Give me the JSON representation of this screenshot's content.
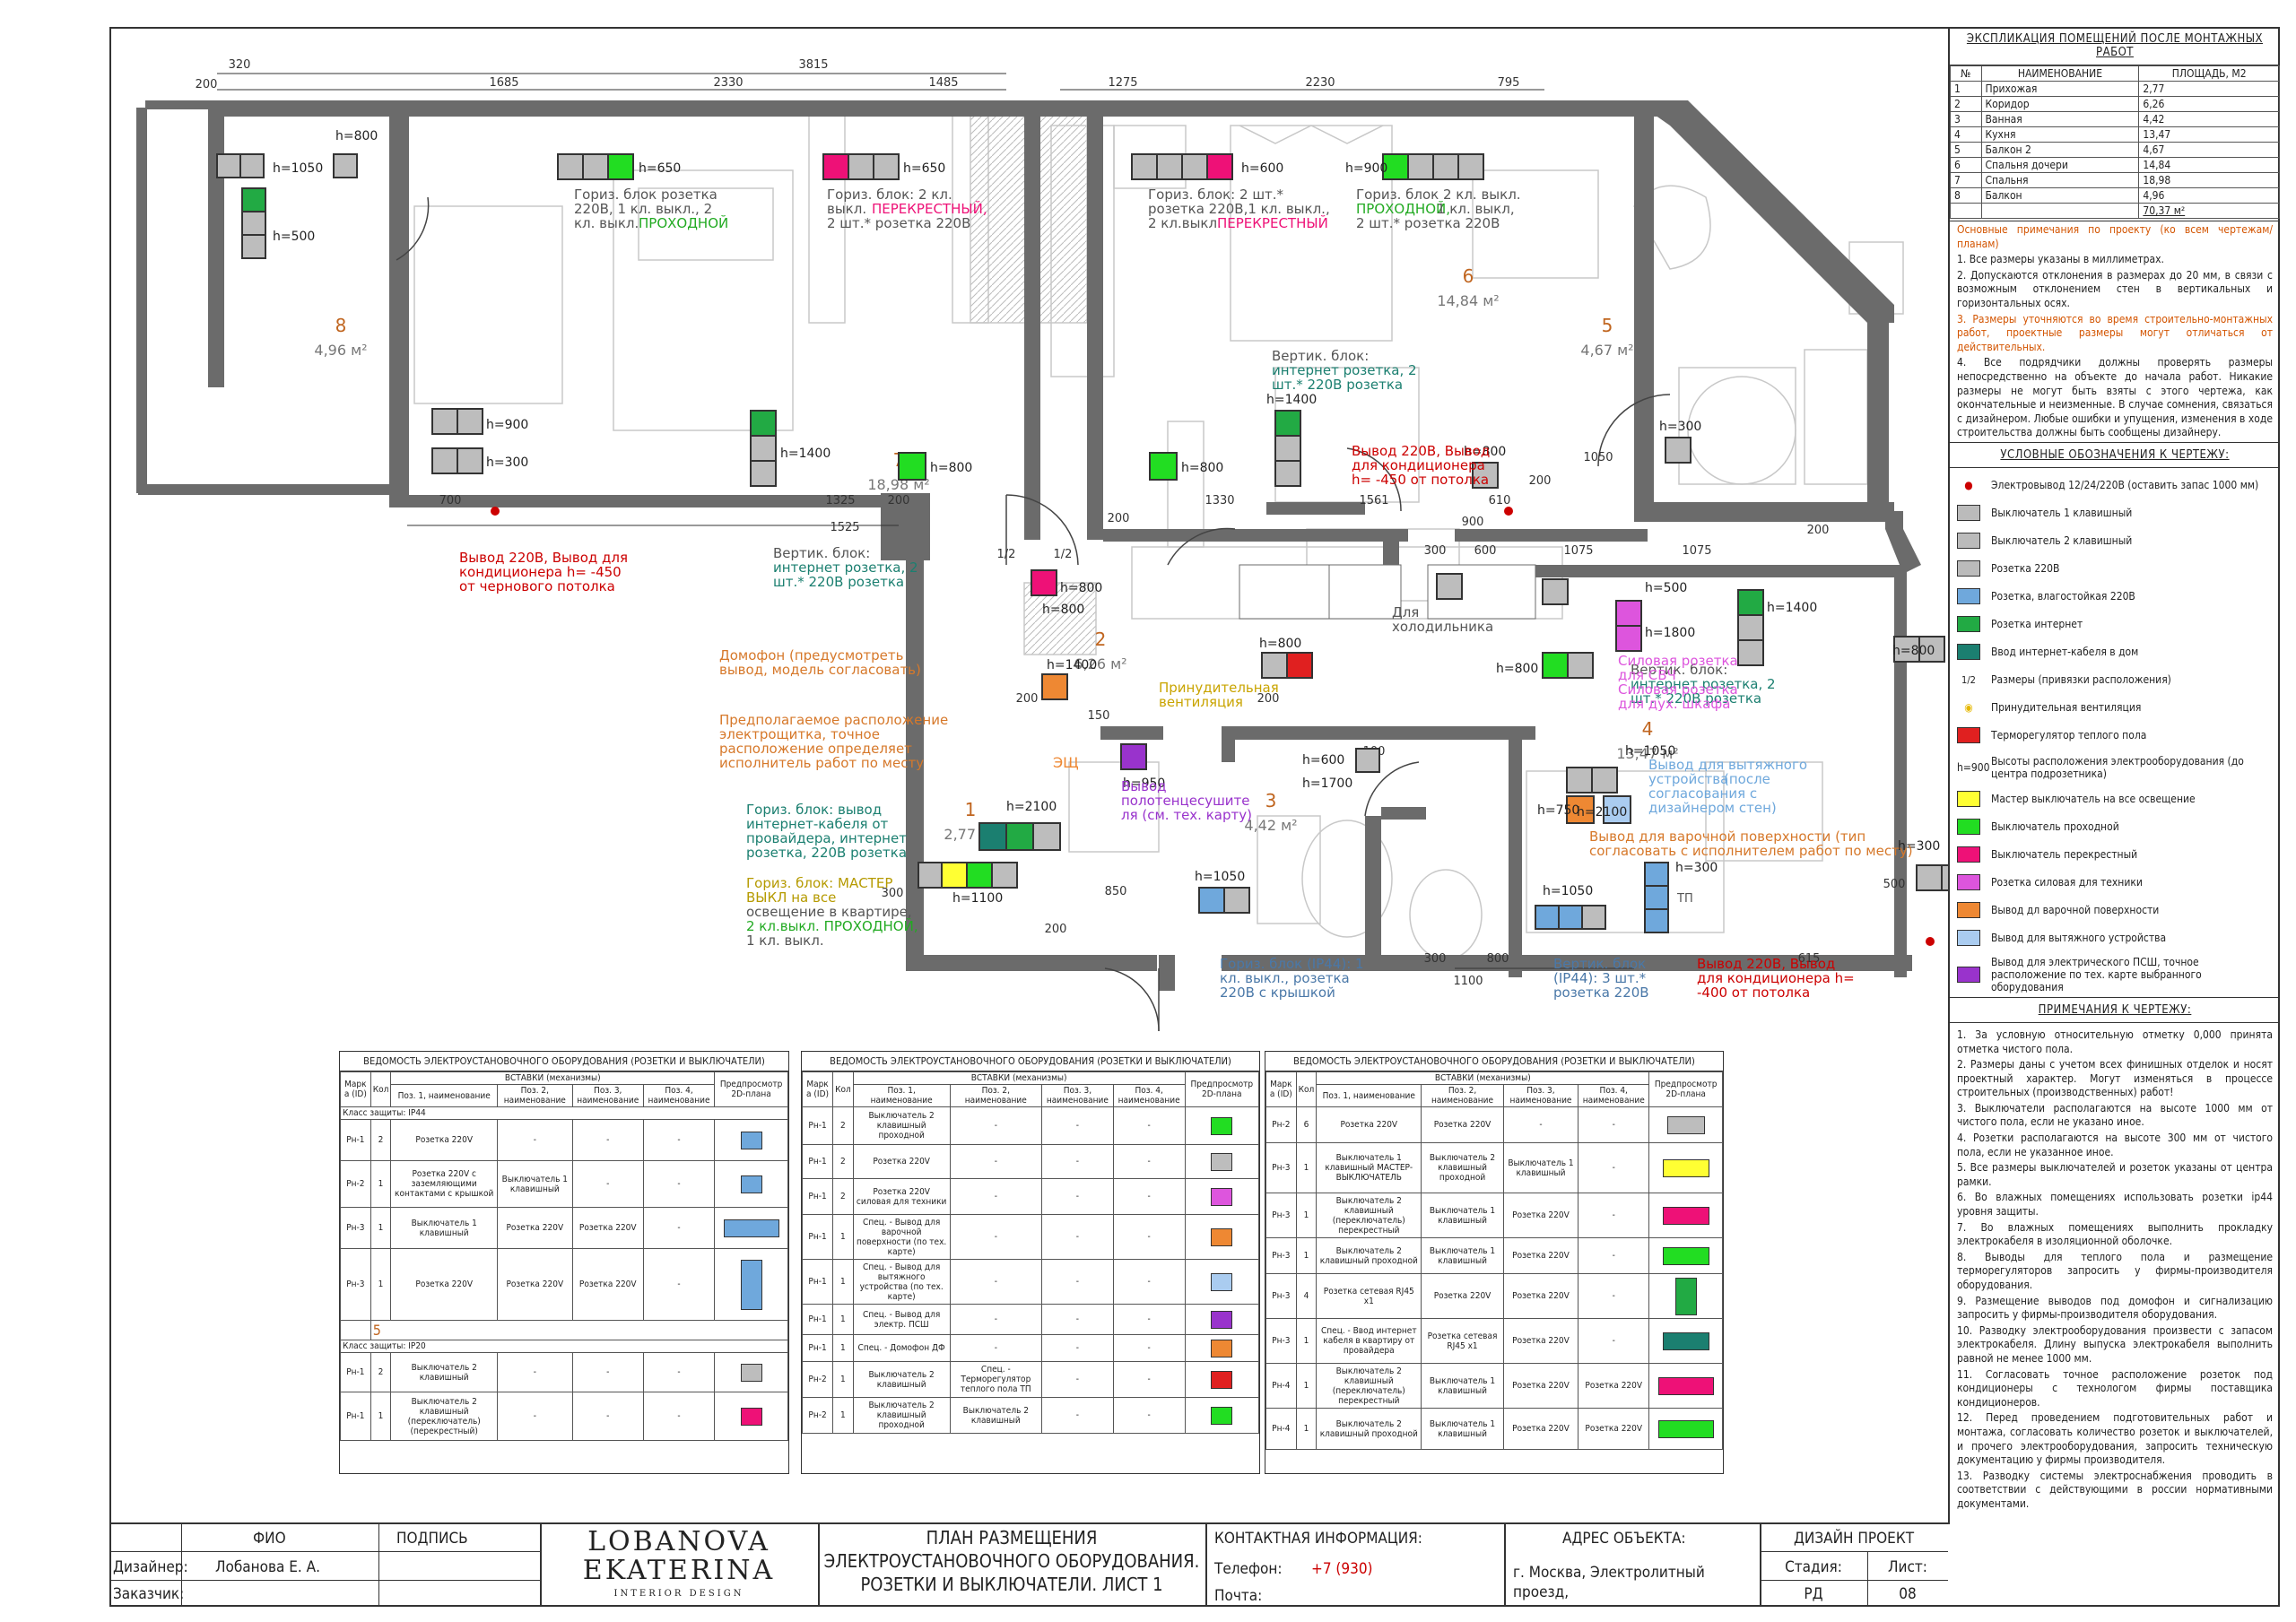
{
  "plan": {
    "rooms": [
      {
        "num": "1",
        "area": "2,77 м²"
      },
      {
        "num": "2",
        "area": "6,26 м²"
      },
      {
        "num": "3",
        "area": "4,42 м²"
      },
      {
        "num": "4",
        "area": "13,47 м²"
      },
      {
        "num": "5",
        "area": "4,67 м²"
      },
      {
        "num": "6",
        "area": "14,84 м²"
      },
      {
        "num": "7",
        "area": "18,98 м²"
      },
      {
        "num": "8",
        "area": "4,96 м²"
      }
    ],
    "dims_top": [
      "320",
      "200",
      "3815",
      "1685",
      "2330",
      "1485",
      "1275",
      "2230",
      "795"
    ],
    "dims_other": [
      "700",
      "1325",
      "200",
      "1525",
      "200",
      "1330",
      "1561",
      "900",
      "610",
      "200",
      "1050",
      "300",
      "600",
      "1075",
      "1075",
      "200",
      "150",
      "200",
      "200",
      "850",
      "300",
      "800",
      "1100",
      "615",
      "500",
      "200",
      "300",
      "100",
      "1/2",
      "1/2"
    ],
    "heights": [
      "h=800",
      "h=1050",
      "h=500",
      "h=650",
      "h=650",
      "h=600",
      "h=900",
      "h=900",
      "h=300",
      "h=1400",
      "h=800",
      "h=800",
      "h=1400",
      "h=800",
      "h=300",
      "h=1400",
      "h=800",
      "h=500",
      "h=1800",
      "h=800",
      "h=800",
      "h=600",
      "h=1700",
      "h=950",
      "h=1050",
      "h=1050",
      "h=300",
      "h=750",
      "h=2100",
      "h=1050",
      "h=2100",
      "h=1100",
      "h=800",
      "h=1400",
      "h=800",
      "h=300"
    ],
    "notes": {
      "n1_a": "Гориз. блок розетка",
      "n1_b": "220В, 1 кл. выкл., 2",
      "n1_c": "кл. выкл.",
      "n1_d": "ПРОХОДНОЙ",
      "n2_a": "Гориз. блок: 2 кл.",
      "n2_b": "выкл.",
      "n2_c": "ПЕРЕКРЕСТНЫЙ,",
      "n2_d": "2 шт.* розетка 220В",
      "n3_a": "Гориз. блок: 2 шт.*",
      "n3_b": "розетка 220В,1 кл. выкл.,",
      "n3_c": "2 кл.выкл.",
      "n3_d": "ПЕРЕКРЕСТНЫЙ",
      "n4_a": "Гориз. блок 2 кл. выкл.",
      "n4_b": "ПРОХОДНОЙ,",
      "n4_c": "1 кл. выкл,",
      "n4_d": "2 шт.* розетка 220В",
      "n5_a": "Вертик. блок:",
      "n5_b": "интернет розетка, 2",
      "n5_c": "шт.* 220В розетка",
      "n6_a": "Вывод 220В, Вывод",
      "n6_b": "для кондиционера",
      "n6_c": "h= -450 от потолка",
      "n7_a": "Вывод 220В, Вывод для",
      "n7_b": "кондиционера h= -450",
      "n7_c": "от чернового потолка",
      "n8_a": "Вертик. блок:",
      "n8_b": "интернет розетка, 2",
      "n8_c": "шт.* 220В розетка",
      "n9_a": "Домофон (предусмотреть",
      "n9_b": "вывод, модель согласовать)",
      "n10_a": "Предполагаемое расположение",
      "n10_b": "электрощитка, точное",
      "n10_c": "расположение определяет",
      "n10_d": "исполнитель работ по месту",
      "n11_a": "Гориз. блок: вывод",
      "n11_b": "интернет-кабеля от",
      "n11_c": "провайдера, интернет",
      "n11_d": "розетка, 220В розетка",
      "n12_a": "Гориз. блок: МАСТЕР",
      "n12_b": "ВЫКЛ на все",
      "n12_c": "освещение в квартире,",
      "n12_d": "2 кл.выкл. ПРОХОДНОЙ,",
      "n12_e": "1 кл. выкл.",
      "n13_a": "Принудительная",
      "n13_b": "вентиляция",
      "n14_a": "Вывод",
      "n14_b": "полотенцесушите",
      "n14_c": "ля (см. тех. карту)",
      "n15_a": "Гориз. блок (IP44): 1",
      "n15_b": "кл. выкл., розетка",
      "n15_c": "220В с крышкой",
      "n16_a": "Для",
      "n16_b": "холодильника",
      "n17_a": "Силовая розетка",
      "n17_b": "для СВЧ",
      "n17_c": "Силовая розетка",
      "n17_d": "для дух. шкафа",
      "n18_a": "Вертик. блок:",
      "n18_b": "интернет розетка, 2",
      "n18_c": "шт.* 220В розетка",
      "n19_a": "Вывод для вытяжного",
      "n19_b": "устройства",
      "n19_c": "(после",
      "n19_d": "согласования с",
      "n19_e": "дизайнером стен)",
      "n20_a": "Вывод для варочной поверхности (тип",
      "n20_b": "согласовать с исполнителем работ по месту)",
      "n21_a": "Вертик. блок",
      "n21_b": "(IP44): 3 шт.*",
      "n21_c": "розетка 220В",
      "n22_a": "Вывод 220В, Вывод",
      "n22_b": "для кондиционера h=",
      "n22_c": "-400 от потолка",
      "shield": "ЭЩ",
      "tp": "ТП"
    }
  },
  "explication": {
    "title": "ЭКСПЛИКАЦИЯ ПОМЕЩЕНИЙ ПОСЛЕ МОНТАЖНЫХ РАБОТ",
    "headers": [
      "№",
      "НАИМЕНОВАНИЕ",
      "ПЛОЩАДЬ, М2"
    ],
    "rows": [
      [
        "1",
        "Прихожая",
        "2,77"
      ],
      [
        "2",
        "Коридор",
        "6,26"
      ],
      [
        "3",
        "Ванная",
        "4,42"
      ],
      [
        "4",
        "Кухня",
        "13,47"
      ],
      [
        "5",
        "Балкон 2",
        "4,67"
      ],
      [
        "6",
        "Спальня дочери",
        "14,84"
      ],
      [
        "7",
        "Спальня",
        "18,98"
      ],
      [
        "8",
        "Балкон",
        "4,96"
      ]
    ],
    "total": "70,37 м²"
  },
  "general_notes": {
    "title": "Основные примечания по проекту (ко всем чертежам/планам)",
    "items": [
      "1. Все размеры указаны в миллиметрах.",
      "2. Допускаются отклонения в размерах до 20 мм, в связи с возможным отклонением стен в вертикальных и горизонтальных осях.",
      "3. Размеры уточняются во время строительно-монтажных работ, проектные размеры могут отличаться от действительных.",
      "4. Все подрядчики должны проверять размеры непосредственно на объекте до начала работ. Никакие размеры не могут быть взяты с этого чертежа, как окончательные и неизменные. В случае сомнения, связаться с дизайнером. Любые ошибки и упущения, изменения в ходе строительства должны быть сообщены дизайнеру."
    ]
  },
  "legend": {
    "title": "УСЛОВНЫЕ ОБОЗНАЧЕНИЯ К ЧЕРТЕЖУ:",
    "items": [
      {
        "label": "Электровывод 12/24/220В (оставить запас 1000 мм)",
        "color": "#cc0000"
      },
      {
        "label": "Выключатель 1 клавишный",
        "color": "#bbbbbb"
      },
      {
        "label": "Выключатель 2 клавишный",
        "color": "#bbbbbb"
      },
      {
        "label": "Розетка 220В",
        "color": "#bbbbbb"
      },
      {
        "label": "Розетка, влагостойкая 220В",
        "color": "#6fa8dc"
      },
      {
        "label": "Розетка интернет",
        "color": "#22aa44"
      },
      {
        "label": "Ввод интернет-кабеля в дом",
        "color": "#1b7f70"
      },
      {
        "label": "Размеры (привязки расположения)",
        "color": "#ffffff"
      },
      {
        "label": "Принудительная вентиляция",
        "color": "#e6b800"
      },
      {
        "label": "Терморегулятор теплого пола",
        "color": "#e02020"
      },
      {
        "label": "Высоты расположения электрооборудования (до центра подрозетника)",
        "color": "#ffffff"
      },
      {
        "label": "Мастер выключатель на все освещение",
        "color": "#ffff33"
      },
      {
        "label": "Выключатель проходной",
        "color": "#22dd22"
      },
      {
        "label": "Выключатель перекрестный",
        "color": "#ee1177"
      },
      {
        "label": "Розетка силовая для техники",
        "color": "#dd55dd"
      },
      {
        "label": "Вывод дл варочной поверхности",
        "color": "#ee8833"
      },
      {
        "label": "Вывод для вытяжного устройства",
        "color": "#aaccf0"
      },
      {
        "label": "Вывод для электрического ПСШ, точное расположение по тех. карте выбранного оборудования",
        "color": "#9933cc"
      }
    ],
    "h_label": "h=900",
    "dim_sample": "1/2"
  },
  "remarks": {
    "title": "ПРИМЕЧАНИЯ К ЧЕРТЕЖУ:",
    "items": [
      "1. За условную относительную отметку 0,000 принята отметка чистого пола.",
      "2. Размеры даны с учетом всех финишных отделок и носят проектный характер. Могут изменяться в процессе строительных (производственных) работ!",
      "3. Выключатели располагаются на высоте 1000 мм от чистого пола, если не указано иное.",
      "4. Розетки располагаются на высоте 300 мм от чистого пола, если не указанное иное.",
      "5. Все размеры выключателей и розеток указаны от центра рамки.",
      "6. Во влажных помещениях использовать розетки ip44 уровня защиты.",
      "7. Во влажных помещениях выполнить прокладку электрокабеля в изоляционной оболочке.",
      "8. Выводы для теплого пола и размещение терморегуляторов запросить у фирмы-производителя оборудования.",
      "9. Размещение выводов под домофон и сигнализацию запросить у фирмы-производителя оборудования.",
      "10. Разводку электрооборудования произвести с запасом электрокабеля. Длину выпуска электрокабеля выполнить равной не менее 1000 мм.",
      "11. Согласовать точное расположение розеток под кондиционеры с технологом фирмы поставщика кондиционеров.",
      "12. Перед проведением подготовительных работ и монтажа, согласовать количество розеток и выключателей, и прочего электрооборудования, запросить техническую документацию у фирмы производителя.",
      "13. Разводку системы электроснабжения проводить в соответствии с действующими в россии нормативными документами."
    ]
  },
  "tables": {
    "title": "ВЕДОМОСТЬ ЭЛЕКТРОУСТАНОВОЧНОГО ОБОРУДОВАНИЯ (РОЗЕТКИ И ВЫКЛЮЧАТЕЛИ)",
    "col_headers": [
      "Марк а (ID)",
      "Кол",
      "Поз. 1, наименование",
      "Поз. 2, наименование",
      "Поз. 3, наименование",
      "Поз. 4, наименование",
      "Предпросмотр 2D-плана"
    ],
    "vstavki": "ВСТАВКИ (механизмы)",
    "t1": {
      "class1": "Класс защиты: IP44",
      "rows1": [
        [
          "Рн-1",
          "2",
          "Розетка 220V",
          "-",
          "-",
          "-"
        ],
        [
          "Рн-2",
          "1",
          "Розетка 220V с заземляющими контактами с крышкой",
          "Выключатель 1 клавишный",
          "-",
          "-"
        ],
        [
          "Рн-3",
          "1",
          "Выключатель 1 клавишный",
          "Розетка 220V",
          "Розетка 220V",
          "-"
        ],
        [
          "Рн-3",
          "1",
          "Розетка 220V",
          "Розетка 220V",
          "Розетка 220V",
          "-"
        ]
      ],
      "total": "5",
      "class2": "Класс защиты: IP20",
      "rows2": [
        [
          "Рн-1",
          "2",
          "Выключатель 2 клавишный",
          "-",
          "-",
          "-"
        ],
        [
          "Рн-1",
          "1",
          "Выключатель 2 клавишный (переключатель) (перекрестный)",
          "-",
          "-",
          "-"
        ]
      ]
    },
    "t2": {
      "rows": [
        [
          "Рн-1",
          "2",
          "Выключатель 2 клавишный проходной",
          "-",
          "-",
          "-"
        ],
        [
          "Рн-1",
          "2",
          "Розетка 220V",
          "-",
          "-",
          "-"
        ],
        [
          "Рн-1",
          "2",
          "Розетка 220V силовая для техники",
          "-",
          "-",
          "-"
        ],
        [
          "Рн-1",
          "1",
          "Спец. - Вывод для варочной поверхности (по тех. карте)",
          "-",
          "-",
          "-"
        ],
        [
          "Рн-1",
          "1",
          "Спец. - Вывод для вытяжного устройства (по тех. карте)",
          "-",
          "-",
          "-"
        ],
        [
          "Рн-1",
          "1",
          "Спец. - Вывод для электр. ПСШ",
          "-",
          "-",
          "-"
        ],
        [
          "Рн-1",
          "1",
          "Спец. - Домофон ДФ",
          "-",
          "-",
          "-"
        ],
        [
          "Рн-2",
          "1",
          "Выключатель 2 клавишный",
          "Спец. - Терморегулятор теплого пола ТП",
          "-",
          "-"
        ],
        [
          "Рн-2",
          "1",
          "Выключатель 2 клавишный проходной",
          "Выключатель 2 клавишный",
          "-",
          "-"
        ]
      ]
    },
    "t3": {
      "rows": [
        [
          "Рн-2",
          "6",
          "Розетка 220V",
          "Розетка 220V",
          "-",
          "-"
        ],
        [
          "Рн-3",
          "1",
          "Выключатель 1 клавишный МАСТЕР-ВЫКЛЮЧАТЕЛЬ",
          "Выключатель 2 клавишный проходной",
          "Выключатель 1 клавишный",
          "-"
        ],
        [
          "Рн-3",
          "1",
          "Выключатель 2 клавишный (переключатель) перекрестный",
          "Выключатель 1 клавишный",
          "Розетка 220V",
          "-"
        ],
        [
          "Рн-3",
          "1",
          "Выключатель 2 клавишный проходной",
          "Выключатель 1 клавишный",
          "Розетка 220V",
          "-"
        ],
        [
          "Рн-3",
          "4",
          "Розетка сетевая RJ45 х1",
          "Розетка 220V",
          "Розетка 220V",
          "-"
        ],
        [
          "Рн-3",
          "1",
          "Спец. - Ввод интернет кабеля в квартиру от провайдера",
          "Розетка сетевая RJ45 х1",
          "Розетка 220V",
          "-"
        ],
        [
          "Рн-4",
          "1",
          "Выключатель 2 клавишный (переключатель) перекрестный",
          "Выключатель 1 клавишный",
          "Розетка 220V",
          "Розетка 220V"
        ],
        [
          "Рн-4",
          "1",
          "Выключатель 2 клавишный проходной",
          "Выключатель 1 клавишный",
          "Розетка 220V",
          "Розетка 220V"
        ]
      ]
    }
  },
  "titleblock": {
    "fio_h": "ФИО",
    "sign_h": "ПОДПИСЬ",
    "designer_l": "Дизайнер:",
    "designer_v": "Лобанова Е. А.",
    "customer_l": "Заказчик:",
    "logo1": "LOBANOVA",
    "logo2": "EKATERINA",
    "logo3": "INTERIOR DESIGN",
    "plan_title1": "ПЛАН РАЗМЕЩЕНИЯ",
    "plan_title2": "ЭЛЕКТРОУСТАНОВОЧНОГО ОБОРУДОВАНИЯ.",
    "plan_title3": "РОЗЕТКИ И ВЫКЛЮЧАТЕЛИ. ЛИСТ 1",
    "contact_h": "КОНТАКТНАЯ ИНФОРМАЦИЯ:",
    "phone_l": "Телефон:",
    "phone_v": "+7 (930)",
    "mail_l": "Почта:",
    "addr_h": "АДРЕС ОБЪЕКТА:",
    "addr_v1": "г. Москва, Электролитный",
    "addr_v2": "проезд,",
    "proj_h": "ДИЗАЙН ПРОЕКТ",
    "stage_l": "Стадия:",
    "stage_v": "РД",
    "sheet_l": "Лист:",
    "sheet_v": "08"
  },
  "colors": {
    "wall": "#6b6b6b",
    "grey": "#bdbdbd",
    "green": "#22dd22",
    "pink": "#ee1177",
    "magenta": "#dd55dd",
    "orange": "#ee8833",
    "lightblue": "#aaccf0",
    "purple": "#9933cc",
    "red": "#e02020",
    "teal": "#1b7f70",
    "yellow": "#ffff33",
    "blue": "#6fa8dc",
    "net": "#22aa44"
  }
}
